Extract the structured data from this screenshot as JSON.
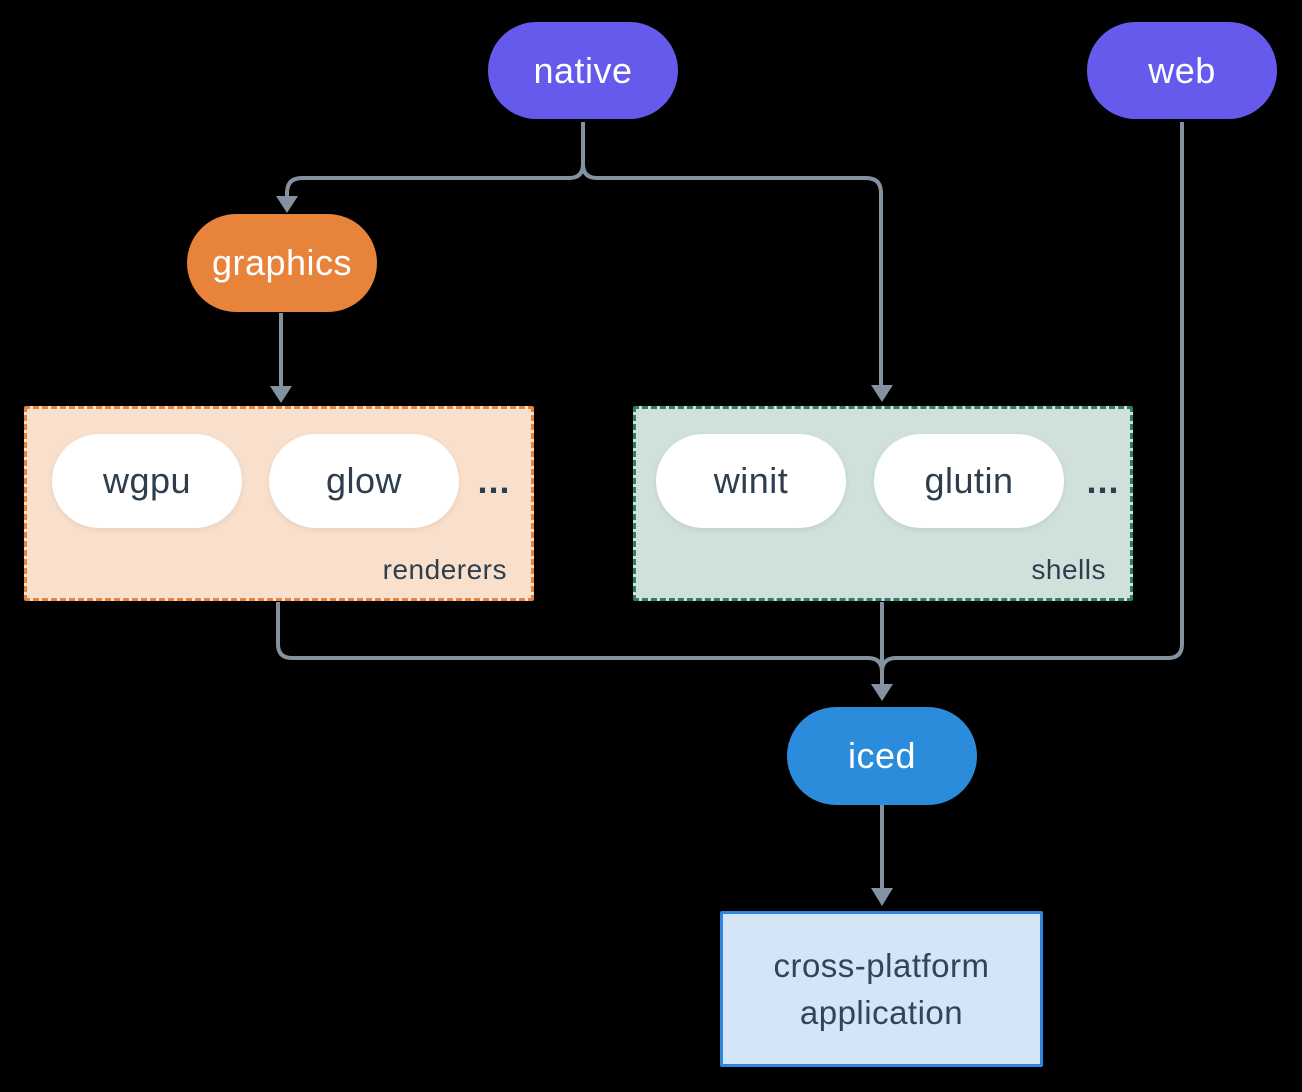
{
  "diagram": {
    "nodes": {
      "native": {
        "label": "native",
        "color": "#655AEC"
      },
      "web": {
        "label": "web",
        "color": "#655AEC"
      },
      "graphics": {
        "label": "graphics",
        "color": "#E8833C"
      },
      "iced": {
        "label": "iced",
        "color": "#2B8CDB"
      },
      "app": {
        "lines": [
          "cross-platform",
          "application"
        ],
        "bg": "#D4E5F7",
        "border": "#2E86DE",
        "text_color": "#31445A"
      }
    },
    "groups": {
      "renderers": {
        "label": "renderers",
        "items": [
          "wgpu",
          "glow"
        ],
        "ellipsis": "...",
        "bg": "#F9E0CC",
        "border": "#E8833C"
      },
      "shells": {
        "label": "shells",
        "items": [
          "winit",
          "glutin"
        ],
        "ellipsis": "...",
        "bg": "#D0E0DA",
        "border": "#2F7E6D"
      }
    },
    "edges": [
      {
        "from": "native",
        "to": "graphics"
      },
      {
        "from": "native",
        "to": "shells"
      },
      {
        "from": "graphics",
        "to": "renderers"
      },
      {
        "from": "renderers",
        "to": "iced"
      },
      {
        "from": "shells",
        "to": "iced"
      },
      {
        "from": "web",
        "to": "iced"
      },
      {
        "from": "iced",
        "to": "app"
      }
    ],
    "colors": {
      "background": "#000000",
      "line": "#8391A1",
      "pill_text_light": "#FFFFFF",
      "pill_text_dark": "#2E3E4E"
    }
  }
}
